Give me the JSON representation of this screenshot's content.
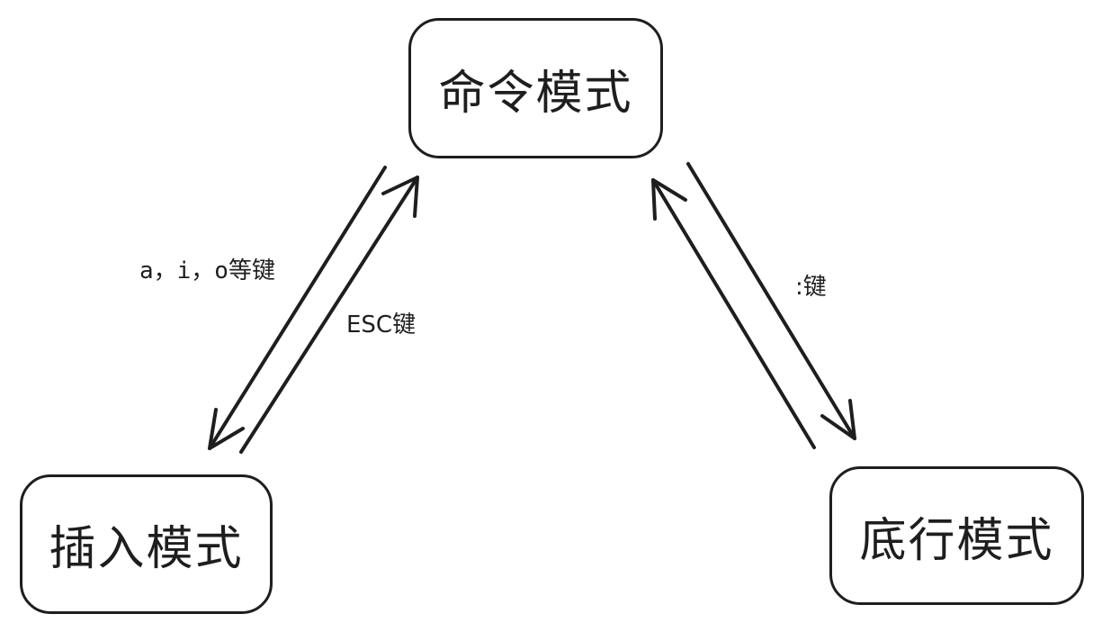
{
  "nodes": {
    "command": "命令模式",
    "insert": "插入模式",
    "bottom": "底行模式"
  },
  "edges": {
    "command_to_insert": "a，i，o等键",
    "insert_to_command": "ESC键",
    "command_to_bottom": ":键"
  },
  "colors": {
    "stroke": "#1e1e1e",
    "background": "#ffffff"
  }
}
